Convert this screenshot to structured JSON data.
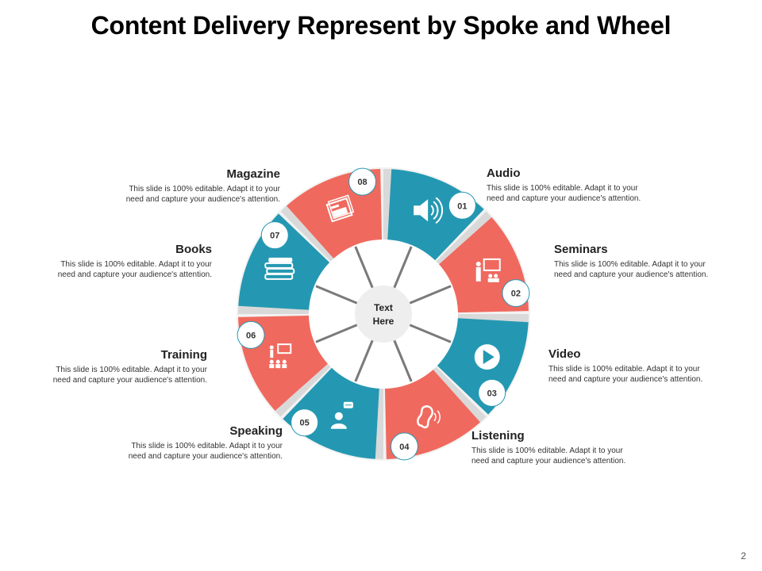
{
  "title": "Content Delivery Represent by Spoke and Wheel",
  "page_number": "2",
  "hub": {
    "line1": "Text",
    "line2": "Here"
  },
  "colors": {
    "teal": "#2498b2",
    "coral": "#f0695e",
    "spoke": "#7a7a7a",
    "hub": "#eeeeee",
    "ring": "#ffffff"
  },
  "segments": [
    {
      "number": "01",
      "heading": "Audio",
      "desc1": "This slide is 100% editable.  Adapt it to your",
      "desc2": "need and capture your audience's attention.",
      "icon": "speaker-icon",
      "color": "teal"
    },
    {
      "number": "02",
      "heading": "Seminars",
      "desc1": "This slide is 100% editable.  Adapt it to your",
      "desc2": "need and capture your audience's attention.",
      "icon": "presentation-icon",
      "color": "coral"
    },
    {
      "number": "03",
      "heading": "Video",
      "desc1": "This slide is 100% editable.  Adapt it to your",
      "desc2": "need and capture your audience's attention.",
      "icon": "play-icon",
      "color": "teal"
    },
    {
      "number": "04",
      "heading": "Listening",
      "desc1": "This slide is 100% editable.  Adapt it to your",
      "desc2": "need and capture your audience's attention.",
      "icon": "ear-icon",
      "color": "coral"
    },
    {
      "number": "05",
      "heading": "Speaking",
      "desc1": "This slide is 100% editable.  Adapt it to your",
      "desc2": "need and capture your audience's attention.",
      "icon": "speaker-person-icon",
      "color": "teal"
    },
    {
      "number": "06",
      "heading": "Training",
      "desc1": "This slide is 100% editable.  Adapt it to your",
      "desc2": "need and capture your audience's attention.",
      "icon": "training-icon",
      "color": "coral"
    },
    {
      "number": "07",
      "heading": "Books",
      "desc1": "This slide is 100% editable.  Adapt it to your",
      "desc2": "need and capture your audience's attention.",
      "icon": "books-icon",
      "color": "teal"
    },
    {
      "number": "08",
      "heading": "Magazine",
      "desc1": "This slide is 100% editable.  Adapt it to your",
      "desc2": "need and capture your audience's attention.",
      "icon": "magazine-icon",
      "color": "coral"
    }
  ]
}
